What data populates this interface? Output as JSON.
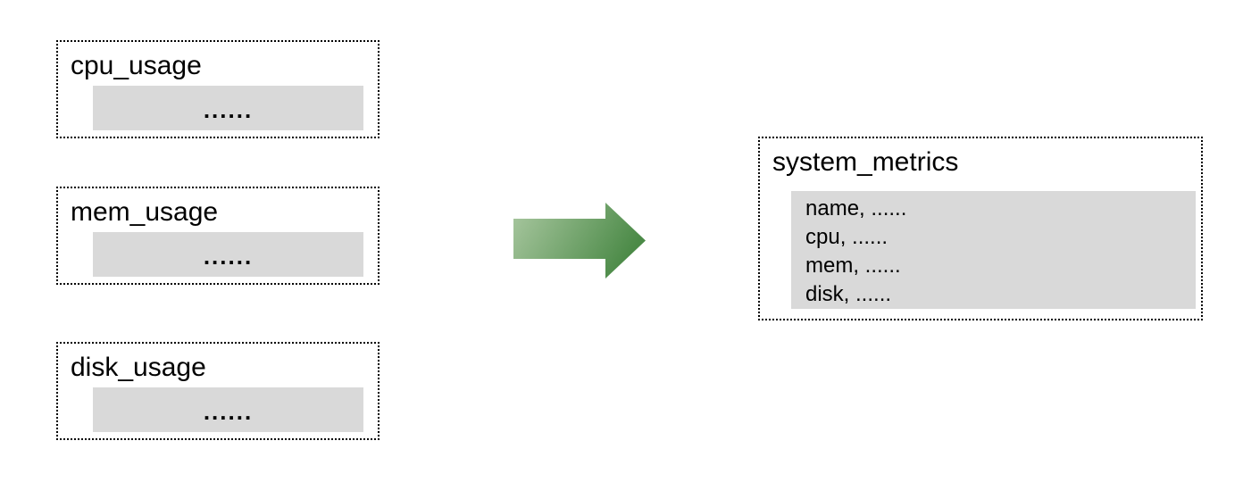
{
  "diagram": {
    "source_tables": [
      {
        "title": "cpu_usage",
        "placeholder": "......"
      },
      {
        "title": "mem_usage",
        "placeholder": "......"
      },
      {
        "title": "disk_usage",
        "placeholder": "......"
      }
    ],
    "arrow": {
      "direction": "right",
      "gradient_start": "#aac8a1",
      "gradient_end": "#4b8a47"
    },
    "result_table": {
      "title": "system_metrics",
      "rows": [
        "name, ......",
        "cpu, ......",
        "mem, ......",
        "disk, ......"
      ]
    },
    "colors": {
      "panel_fill": "#d9d9d9",
      "border": "#000000",
      "background": "#ffffff"
    }
  }
}
